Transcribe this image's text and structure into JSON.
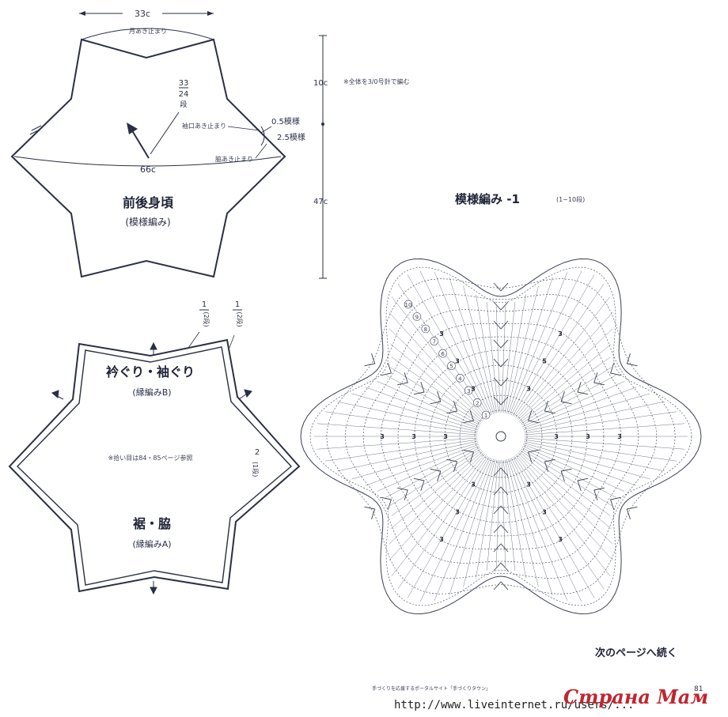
{
  "top_piece": {
    "width_label": "33c",
    "width_note": "月あき止まり",
    "rows_num": "33",
    "rows_den": "24",
    "rows_unit": "段",
    "neck_stop": "袖口あき止まり",
    "body_stop": "脇あき止まり",
    "pattern_small": "0.5模様",
    "pattern_side": "2.5模様",
    "circumference": "66c",
    "title": "前後身頃",
    "subtitle": "(模様編み)"
  },
  "dimensions": {
    "upper": "10c",
    "lower": "47c",
    "note": "※全体を3/0号針で編む"
  },
  "bottom_piece": {
    "label_left_fraction": "1",
    "label_left_rows": "(2段)",
    "label_right_fraction": "1",
    "label_right_rows": "(2段)",
    "side_value": "2",
    "side_rows": "(1段)",
    "title_top": "衿ぐり・袖ぐり",
    "subtitle_top": "(縁編みB)",
    "center_note": "※拾い目は84・85ページ参照",
    "title_bottom": "裾・脇",
    "subtitle_bottom": "(縁編みA)"
  },
  "chart": {
    "title": "模様編み -1",
    "range": "(1~10段)",
    "round_numbers": [
      "1",
      "2",
      "3",
      "4",
      "5",
      "6",
      "7",
      "8",
      "9",
      "10"
    ],
    "repeat_mark": "3",
    "repeat_mark_alt": "5"
  },
  "footer": {
    "continue": "次のページへ続く",
    "source_line": "手づくりを応援するポータルサイト「手づくりタウン」",
    "page_number": "81",
    "url": "http://www.liveinternet.ru/users/...",
    "watermark": "Страна Мам"
  },
  "colors": {
    "ink": "#2a2f45",
    "watermark": "#c0262f"
  }
}
